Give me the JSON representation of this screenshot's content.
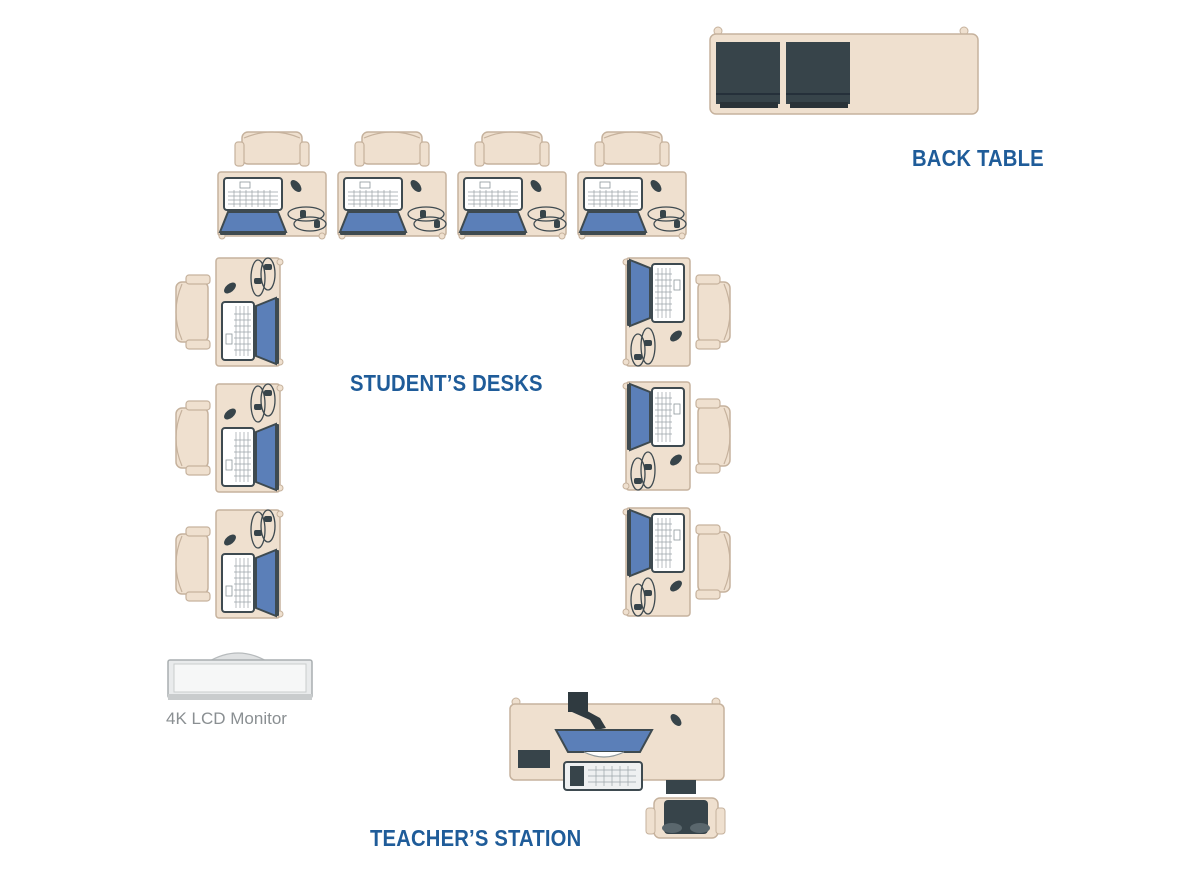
{
  "labels": {
    "back_table": "BACK TABLE",
    "students_desks": "STUDENT’S DESKS",
    "teachers_station": "TEACHER’S STATION",
    "monitor": "4K LCD Monitor"
  },
  "colors": {
    "furniture": "#efe0cf",
    "furniture_stroke": "#c6b29d",
    "screen_blue": "#5b7fb8",
    "dark_equipment": "#37444a",
    "label_blue": "#1f5c99",
    "monitor_gray": "#c9cccd"
  },
  "icons": {
    "desk": "student-desk-icon",
    "laptop": "laptop-icon",
    "chair": "chair-icon",
    "mouse": "mouse-icon",
    "headset": "headset-icon",
    "monitor": "lcd-monitor-icon",
    "pc": "desktop-computer-icon"
  }
}
